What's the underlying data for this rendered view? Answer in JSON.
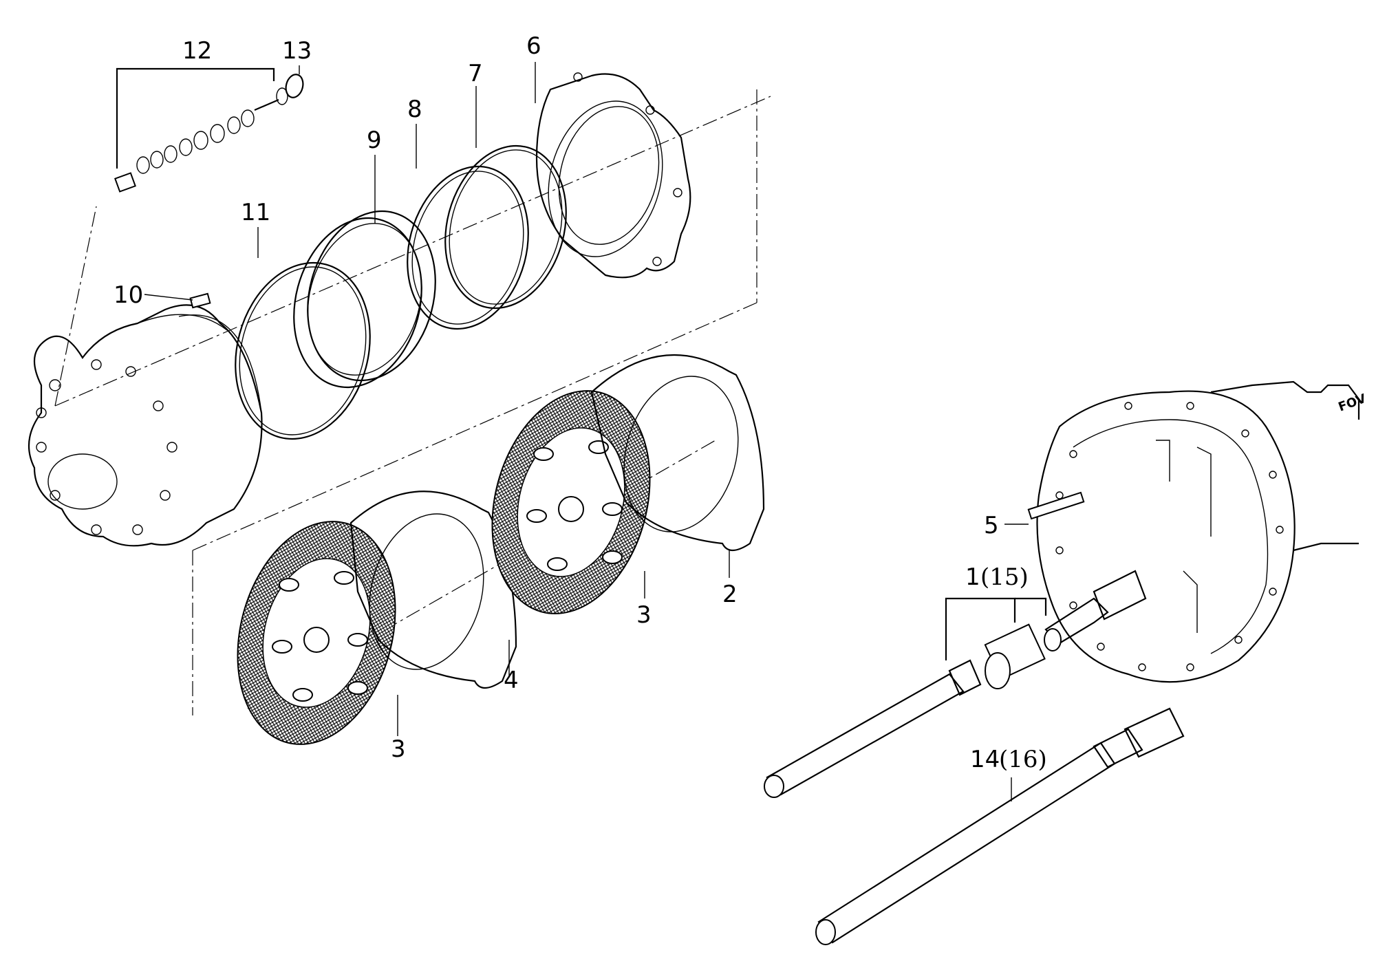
{
  "labels": {
    "l1": "1",
    "l1b": "(15)",
    "l2": "2",
    "l3a": "3",
    "l3b": "3",
    "l4": "4",
    "l5": "5",
    "l6": "6",
    "l7": "7",
    "l8": "8",
    "l9": "9",
    "l10": "10",
    "l11": "11",
    "l12": "12",
    "l13": "13",
    "l14": "14",
    "l14b": "(16)"
  },
  "housing_text": "FOV"
}
